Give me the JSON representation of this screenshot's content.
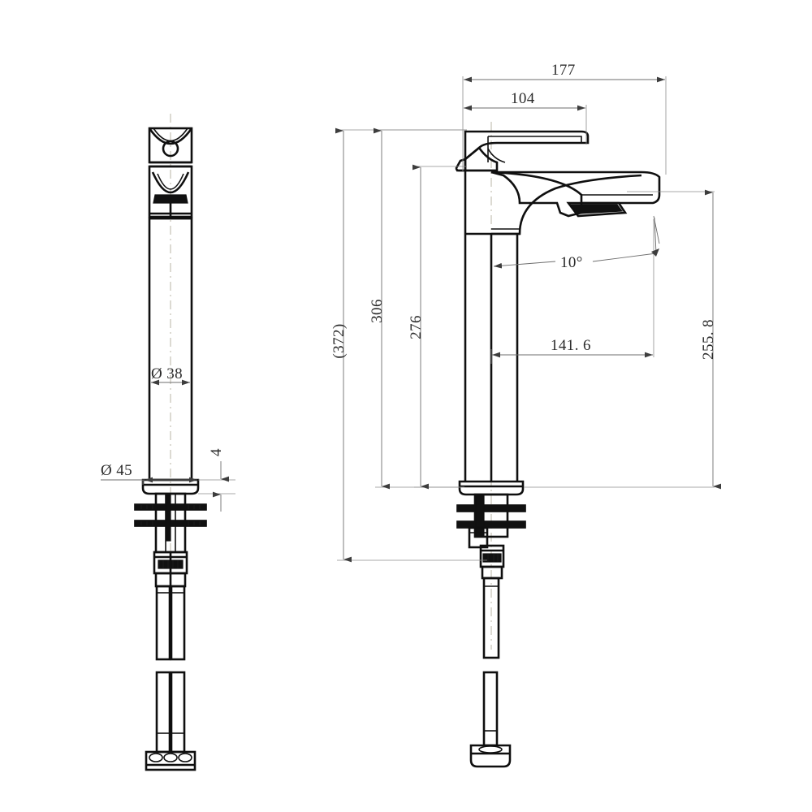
{
  "drawing": {
    "type": "engineering-drawing",
    "subject": "Tall vessel basin mixer tap (single-lever high-rise faucet)",
    "units": "mm",
    "background_color": "#ffffff",
    "line_color": "#111111",
    "dimension_color": "#6e6e6e",
    "centerline_color": "#b9b4a4",
    "views": [
      {
        "id": "front-view",
        "label": "",
        "position": "left"
      },
      {
        "id": "side-view",
        "label": "",
        "position": "right"
      },
      {
        "id": "hose-pair-detail",
        "label": "",
        "position": "bottom-left"
      },
      {
        "id": "hose-single-detail",
        "label": "",
        "position": "bottom-right"
      }
    ]
  },
  "dimensions": {
    "front": [
      {
        "id": "dia-38",
        "text": "Ø 38",
        "orientation": "horizontal",
        "note": "spout body diameter"
      },
      {
        "id": "dia-45",
        "text": "Ø 45",
        "orientation": "horizontal",
        "note": "base flange diameter"
      },
      {
        "id": "thk-4",
        "text": "4",
        "orientation": "vertical",
        "note": "base flange thickness"
      }
    ],
    "side": [
      {
        "id": "width-177",
        "text": "177",
        "orientation": "horizontal",
        "note": "overall spout reach"
      },
      {
        "id": "width-104",
        "text": "104",
        "orientation": "horizontal",
        "note": "handle lever reach"
      },
      {
        "id": "height-372",
        "text": "(372)",
        "orientation": "vertical",
        "note": "overall height incl. shank, reference"
      },
      {
        "id": "height-306",
        "text": "306",
        "orientation": "vertical",
        "note": "height to top of handle"
      },
      {
        "id": "height-276",
        "text": "276",
        "orientation": "vertical",
        "note": "height to body top"
      },
      {
        "id": "reach-141-6",
        "text": "141. 6",
        "orientation": "horizontal",
        "note": "spout outlet reach from centerline"
      },
      {
        "id": "height-255-8",
        "text": "255. 8",
        "orientation": "vertical",
        "note": "height of spout outlet"
      },
      {
        "id": "angle-10",
        "text": "10°",
        "orientation": "leader",
        "note": "spout outlet angle"
      }
    ]
  },
  "values": {
    "dia_38": "Ø 38",
    "dia_45": "Ø 45",
    "thk_4": "4",
    "w177": "177",
    "w104": "104",
    "h372": "(372)",
    "h306": "306",
    "h276": "276",
    "r1416": "141. 6",
    "h2558": "255. 8",
    "ang10": "10°"
  }
}
